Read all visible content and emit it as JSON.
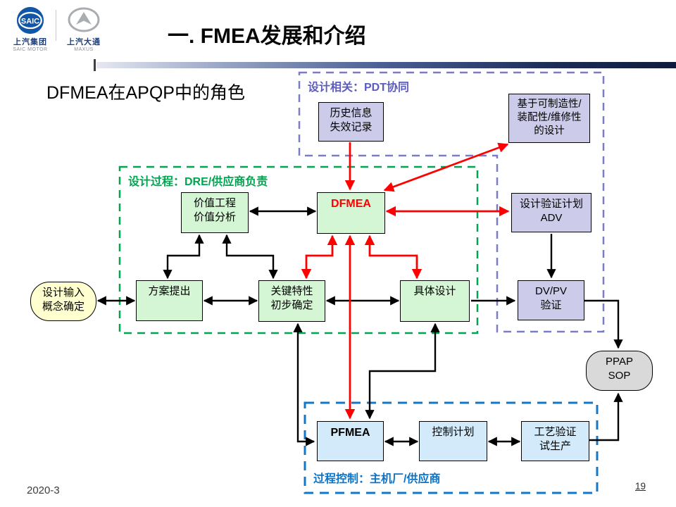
{
  "slide": {
    "header": {
      "logo_saic": {
        "badge": "SAIC",
        "name_cn": "上汽集团",
        "name_en": "SAIC MOTOR"
      },
      "logo_maxus": {
        "name_cn": "上汽大通",
        "name_en": "MAXUS"
      },
      "title": "一. FMEA发展和介绍"
    },
    "subtitle": "DFMEA在APQP中的角色",
    "regions": {
      "design_related": {
        "label": "设计相关：PDT协同",
        "border_color": "#7b7bc8",
        "label_color": "#5c5cc0"
      },
      "design_process": {
        "label": "设计过程：DRE/供应商负责",
        "border_color": "#00a550",
        "label_color": "#00a550"
      },
      "process_control": {
        "label": "过程控制：主机厂/供应商",
        "border_color": "#1377c8",
        "label_color": "#0b74c9"
      }
    },
    "nodes": {
      "history": {
        "text": "历史信息\n失效记录"
      },
      "manufacturability": {
        "text": "基于可制造性/\n装配性/维修性\n的设计"
      },
      "value_engineering": {
        "text": "价值工程\n价值分析"
      },
      "dfmea": {
        "text": "DFMEA"
      },
      "proposal": {
        "text": "方案提出"
      },
      "key_characteristics": {
        "text": "关键特性\n初步确定"
      },
      "detail_design": {
        "text": "具体设计"
      },
      "adv": {
        "text": "设计验证计划\nADV"
      },
      "dvpv": {
        "text": "DV/PV\n验证"
      },
      "design_input": {
        "text": "设计输入\n概念确定"
      },
      "ppap": {
        "text": "PPAP\nSOP"
      },
      "pfmea": {
        "text": "PFMEA"
      },
      "control_plan": {
        "text": "控制计划"
      },
      "process_validation": {
        "text": "工艺验证\n试生产"
      }
    },
    "footer": {
      "date": "2020-3",
      "page": "19"
    },
    "colors": {
      "node_green": "#d4f6d4",
      "node_purple": "#ccccea",
      "node_blue": "#d2eaf9",
      "node_yellow": "#ffffcf",
      "node_gray": "#d9d9d9",
      "arrow_black": "#000000",
      "arrow_red": "#ff0000",
      "dfmea_text": "#ff0000",
      "title_bar_dark": "#0f1b3d"
    }
  }
}
